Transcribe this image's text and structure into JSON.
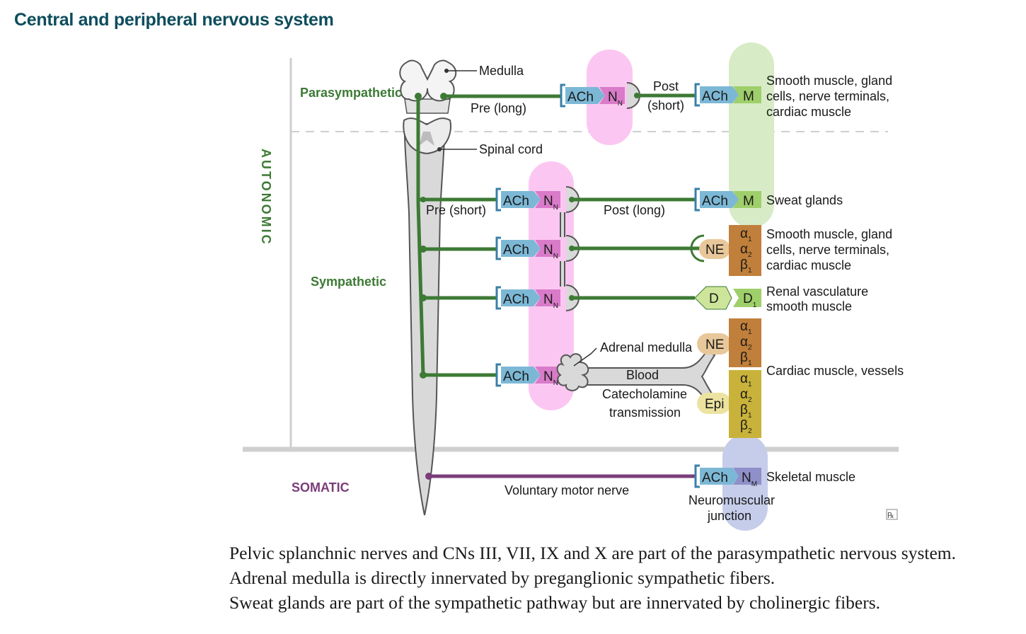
{
  "title": "Central and peripheral nervous system",
  "sections": {
    "autonomic": "AUTONOMIC",
    "parasympathetic": "Parasympathetic",
    "sympathetic": "Sympathetic",
    "somatic": "SOMATIC"
  },
  "structures": {
    "medulla": "Medulla",
    "spinal_cord": "Spinal cord",
    "adrenal_medulla": "Adrenal medulla",
    "neuromuscular_junction_1": "Neuromuscular",
    "neuromuscular_junction_2": "junction"
  },
  "fibers": {
    "pre_long": "Pre (long)",
    "post_short_1": "Post",
    "post_short_2": "(short)",
    "pre_short": "Pre (short)",
    "post_long": "Post (long)",
    "blood": "Blood",
    "catecholamine_1": "Catecholamine",
    "catecholamine_2": "transmission",
    "voluntary_motor_nerve": "Voluntary motor nerve"
  },
  "transmitters": {
    "ach": "ACh",
    "ne": "NE",
    "d": "D",
    "epi": "Epi"
  },
  "receptors": {
    "nn": "N",
    "nn_sub": "N",
    "m": "M",
    "d1": "D",
    "d1_sub": "1",
    "nm": "N",
    "nm_sub": "M",
    "alpha": "α",
    "beta": "β",
    "s1": "1",
    "s2": "2"
  },
  "targets": {
    "para_1": "Smooth muscle, gland",
    "para_2": "cells, nerve terminals,",
    "para_3": "cardiac muscle",
    "sweat": "Sweat glands",
    "symp_1": "Smooth muscle, gland",
    "symp_2": "cells, nerve terminals,",
    "symp_3": "cardiac muscle",
    "renal_1": "Renal vasculature",
    "renal_2": "smooth muscle",
    "cardiac": "Cardiac muscle, vessels",
    "skeletal": "Skeletal muscle"
  },
  "watermark": "℞",
  "notes": [
    "Pelvic splanchnic nerves and CNs III, VII, IX and X are part of the parasympathetic nervous system.",
    "Adrenal medulla is directly innervated by preganglionic sympathetic fibers.",
    "Sweat glands are part of the sympathetic pathway but are innervated by cholinergic fibers."
  ],
  "colors": {
    "nerve_green": "#3d7a35",
    "somatic_purple": "#7a3d7a",
    "ach_blue": "#7cb8d6",
    "nicotinic_pink": "#d97bc9",
    "ganglion_pink": "#fbc7f2",
    "muscarinic_green": "#9fcf6a",
    "adrenergic_brown": "#c07f3a",
    "epi_yellow": "#d9c64a",
    "nm_purple": "#8f8fc9"
  }
}
